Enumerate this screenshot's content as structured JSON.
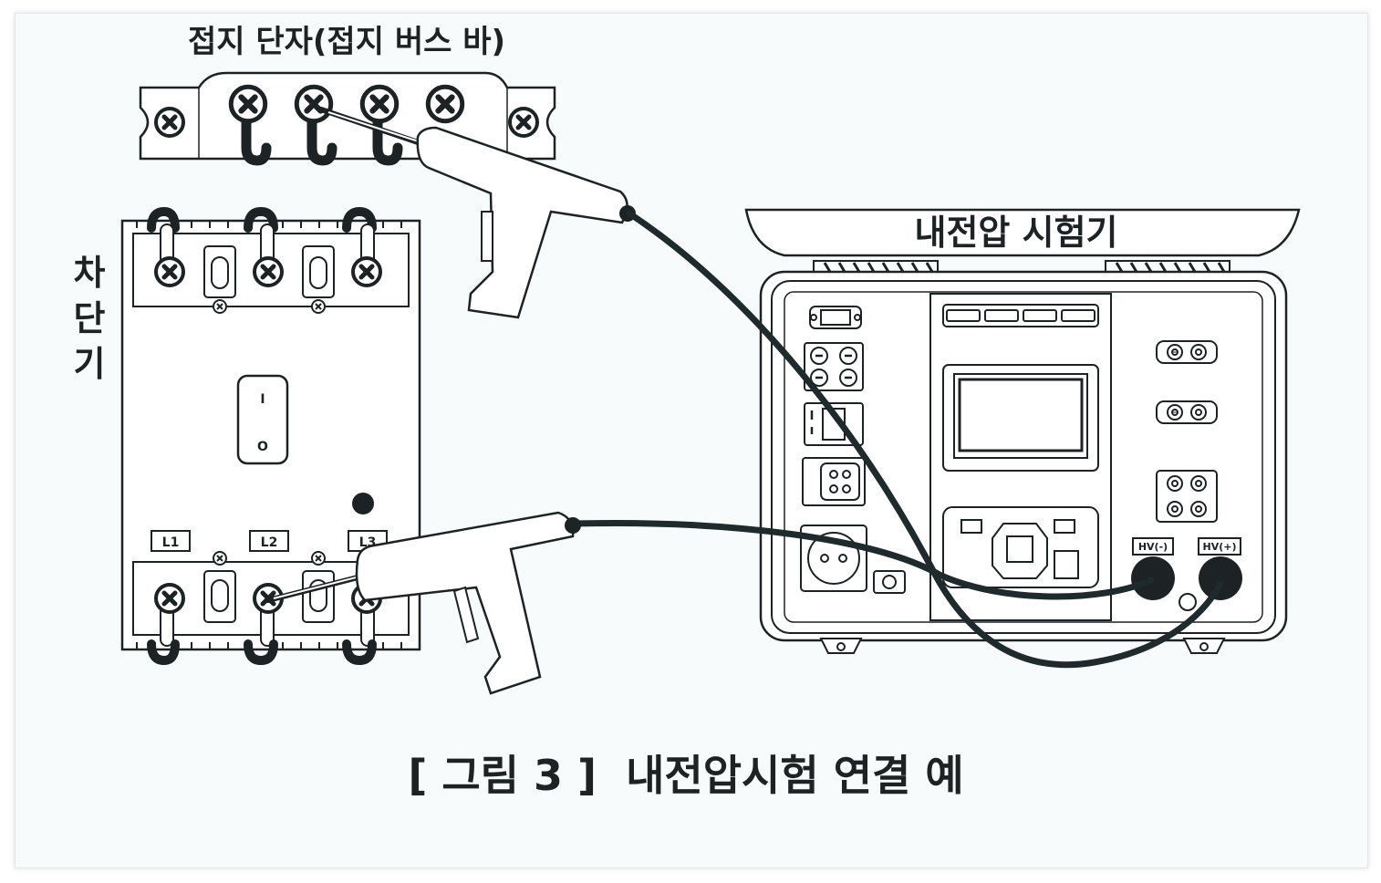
{
  "labels": {
    "ground_bus": "접지 단자(접지 버스 바)",
    "breaker": "차단기",
    "breaker_chars": [
      "차",
      "단",
      "기"
    ],
    "tester": "내전압 시험기",
    "caption": "[ 그림 3 ]  내전압시험 연결 예"
  },
  "breaker": {
    "terminals": [
      "L1",
      "L2",
      "L3"
    ],
    "switch_on": "I",
    "switch_off": "O"
  },
  "tester": {
    "hv_minus": "HV(-)",
    "hv_plus": "HV(+)"
  },
  "colors": {
    "line": "#1d2224",
    "cable": "#1f2a2c",
    "background": "#f8fbfc"
  }
}
